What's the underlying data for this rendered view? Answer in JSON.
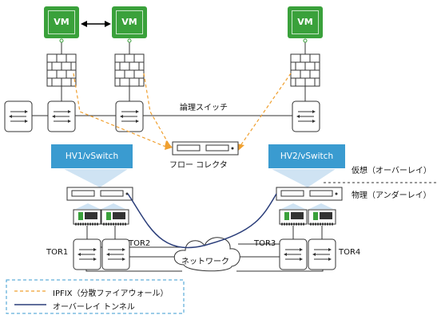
{
  "vms": [
    "VM",
    "VM",
    "VM"
  ],
  "logical_switch_label": "論理スイッチ",
  "collector_label": "フロー コレクタ",
  "hypervisors": [
    "HV1/vSwitch",
    "HV2/vSwitch"
  ],
  "layer_labels": {
    "virtual": "仮想（オーバーレイ）",
    "physical": "物理（アンダーレイ）"
  },
  "tors": [
    "TOR1",
    "TOR2",
    "TOR3",
    "TOR4"
  ],
  "network_label": "ネットワーク",
  "legend": {
    "ipfix": "IPFIX（分散ファイアウォール）",
    "overlay": "オーバーレイ トンネル"
  },
  "colors": {
    "vm": "#3aa13b",
    "hypervisor": "#3a9bd0",
    "ipfix_line": "#f0a030",
    "tunnel": "#2b3e7a"
  }
}
